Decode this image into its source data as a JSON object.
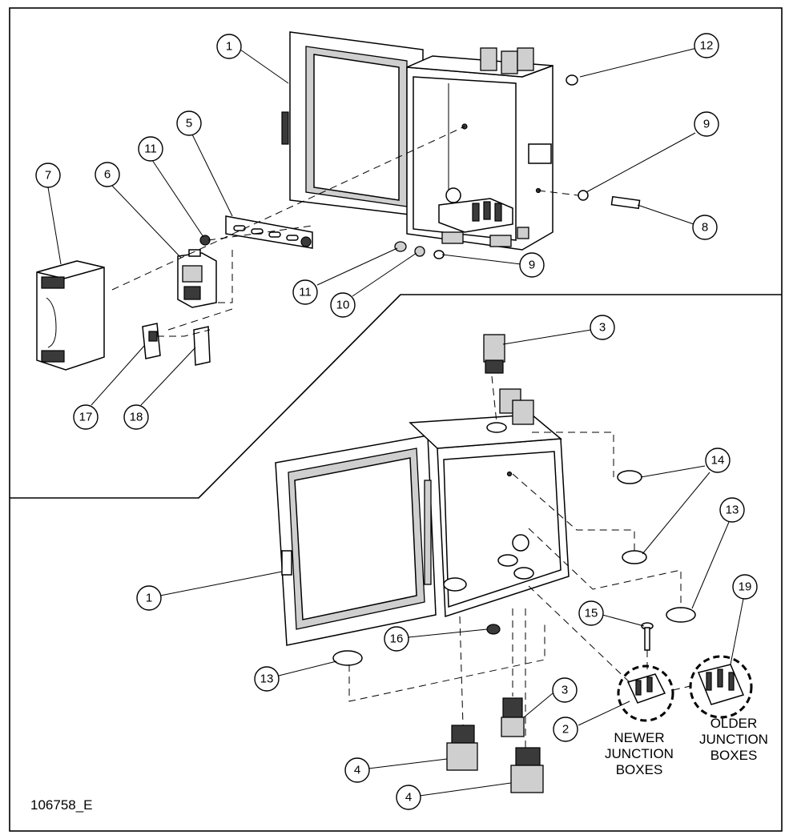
{
  "drawing_number": "106758_E",
  "callouts": [
    {
      "id": "c1a",
      "label": "1"
    },
    {
      "id": "c12",
      "label": "12"
    },
    {
      "id": "c5",
      "label": "5"
    },
    {
      "id": "c11a",
      "label": "11"
    },
    {
      "id": "c6",
      "label": "6"
    },
    {
      "id": "c7",
      "label": "7"
    },
    {
      "id": "c9a",
      "label": "9"
    },
    {
      "id": "c8",
      "label": "8"
    },
    {
      "id": "c9b",
      "label": "9"
    },
    {
      "id": "c11b",
      "label": "11"
    },
    {
      "id": "c10",
      "label": "10"
    },
    {
      "id": "c17",
      "label": "17"
    },
    {
      "id": "c18",
      "label": "18"
    },
    {
      "id": "c3a",
      "label": "3"
    },
    {
      "id": "c14",
      "label": "14"
    },
    {
      "id": "c13a",
      "label": "13"
    },
    {
      "id": "c19",
      "label": "19"
    },
    {
      "id": "c1b",
      "label": "1"
    },
    {
      "id": "c15",
      "label": "15"
    },
    {
      "id": "c16",
      "label": "16"
    },
    {
      "id": "c13b",
      "label": "13"
    },
    {
      "id": "c3b",
      "label": "3"
    },
    {
      "id": "c2",
      "label": "2"
    },
    {
      "id": "c4a",
      "label": "4"
    },
    {
      "id": "c4b",
      "label": "4"
    }
  ],
  "captions": {
    "newer": [
      "NEWER",
      "JUNCTION",
      "BOXES"
    ],
    "older": [
      "OLDER",
      "JUNCTION",
      "BOXES"
    ]
  }
}
